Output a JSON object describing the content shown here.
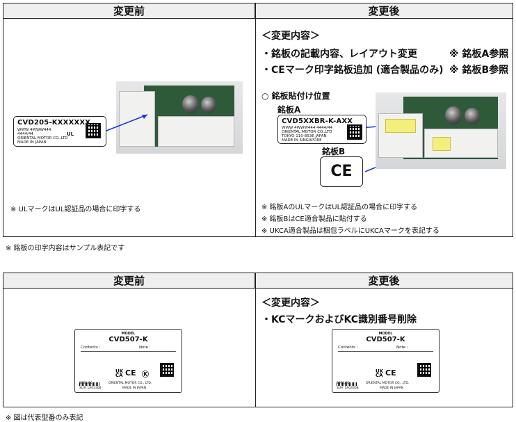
{
  "table1": {
    "header_before": "変更前",
    "header_after": "変更後",
    "before_label": {
      "part_number": "CVD205-KXXXXXX",
      "line2": "WWW 4WWW444",
      "line3": "4444/44",
      "maker": "ORIENTAL MOTOR CO.,LTD",
      "origin": "MADE IN JAPAN",
      "ul_mark": "UL"
    },
    "before_note": "※ ULマークはUL認証品の場合に印字する",
    "change_heading": "＜変更内容＞",
    "changes": [
      {
        "text": "・銘板の記載内容、レイアウト変更",
        "ref": "※ 銘板A参照"
      },
      {
        "text": "・CEマーク印字銘板追加 (適合製品のみ)",
        "ref": "※ 銘板B参照"
      }
    ],
    "position_heading": "○ 銘板貼付け位置",
    "label_a_title": "銘板A",
    "label_a": {
      "part_number": "CVD5XXBR-K-AXX",
      "line2": "WWW 4WWW444   4444/44",
      "maker": "ORIENTAL MOTOR CO.,LTD",
      "address": "TOKYO 110-8536 JAPAN",
      "origin": "MADE IN SINGAPORE"
    },
    "label_b_title": "銘板B",
    "label_b_mark": "CE",
    "after_notes": [
      "※ 銘板AのULマークはUL認証品の場合に印字する",
      "※ 銘板BはCE適合製品に貼付する",
      "※ UKCA適合製品は梱包ラベルにUKCAマークを表記する"
    ]
  },
  "footnote1": "※ 銘板の印字内容はサンプル表記です",
  "table2": {
    "header_before": "変更前",
    "header_after": "変更後",
    "change_heading": "＜変更内容＞",
    "changes": [
      "・KCマークおよびKC識別番号削除"
    ],
    "plate": {
      "model_caption": "MODEL",
      "model": "CVD507-K",
      "contents_label": "Contents :",
      "note_label": "Note :",
      "ukca_top": "UK",
      "ukca_bottom": "CA",
      "ce_mark": "CE",
      "date": "2021/06",
      "serial": "SU# 1A03308",
      "maker": "ORIENTAL MOTOR CO., LTD.",
      "origin": "MADE IN JAPAN"
    }
  },
  "footnote2": "※ 図は代表型番のみ表記"
}
